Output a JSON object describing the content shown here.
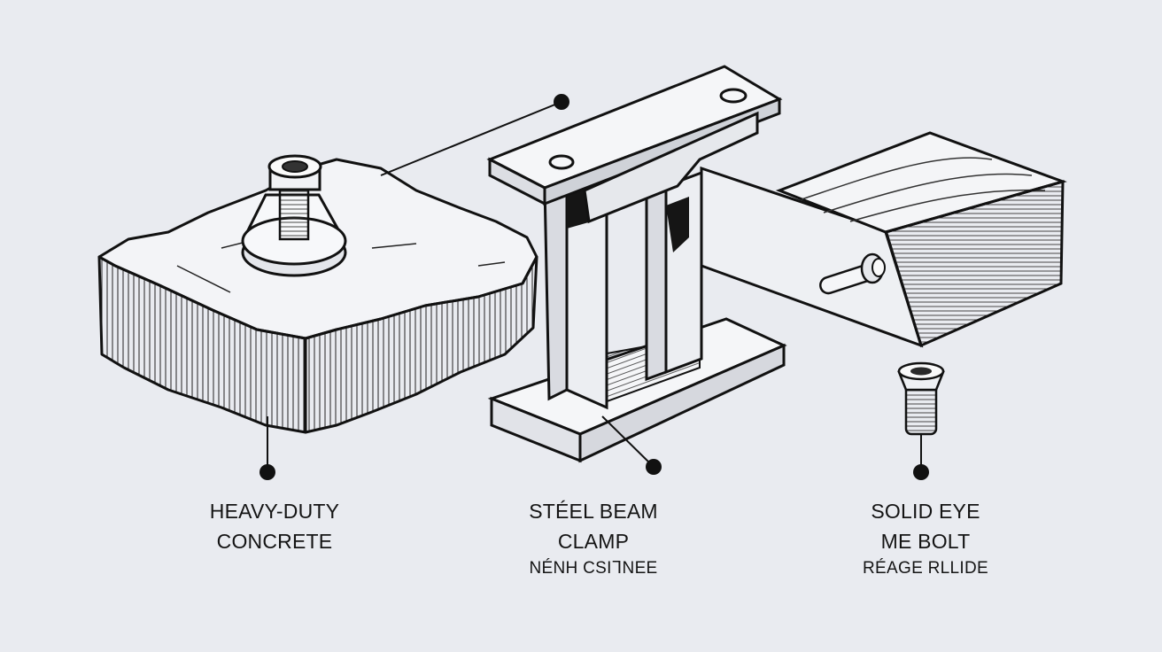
{
  "labels": {
    "concrete": {
      "line1": "HEAVY-DUTY",
      "line2": "CONCRETE"
    },
    "beam": {
      "line1": "STÉEL BEAM",
      "line2": "CLAMP",
      "line3": "NÉNH CSIᒣNEE"
    },
    "bolt": {
      "line1": "SOLID EYE",
      "line2": "ME BOLT",
      "line3": "RÉAGE RLLIDE"
    }
  },
  "colors": {
    "background": "#e9ebf0",
    "line": "#111111",
    "surface": "#f4f5f8",
    "shadow": "#c9ccd4"
  }
}
